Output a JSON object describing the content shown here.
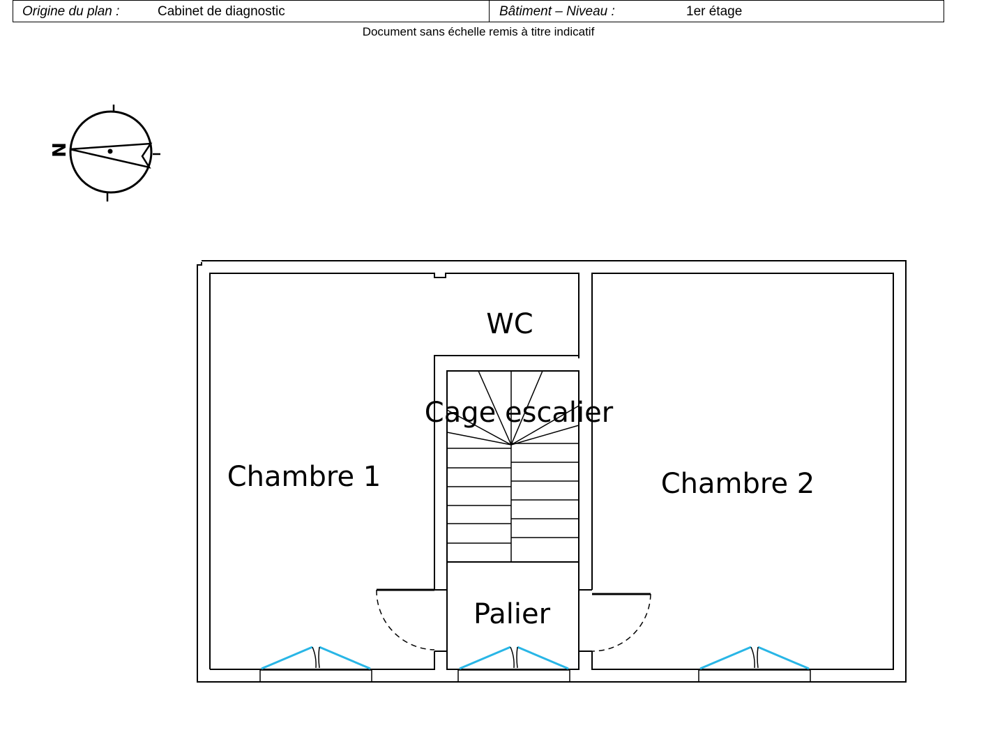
{
  "header": {
    "origin_label": "Origine du plan :",
    "origin_value": "Cabinet de diagnostic",
    "building_label": "Bâtiment – Niveau :",
    "building_value": "1er étage"
  },
  "subtitle": "Document sans échelle remis à titre indicatif",
  "compass": {
    "north_letter": "N"
  },
  "rooms": {
    "wc": "WC",
    "stairs": "Cage escalier",
    "chambre1": "Chambre 1",
    "chambre2": "Chambre 2",
    "palier": "Palier"
  },
  "colors": {
    "window": "#29b6e6",
    "wall": "#000000"
  }
}
